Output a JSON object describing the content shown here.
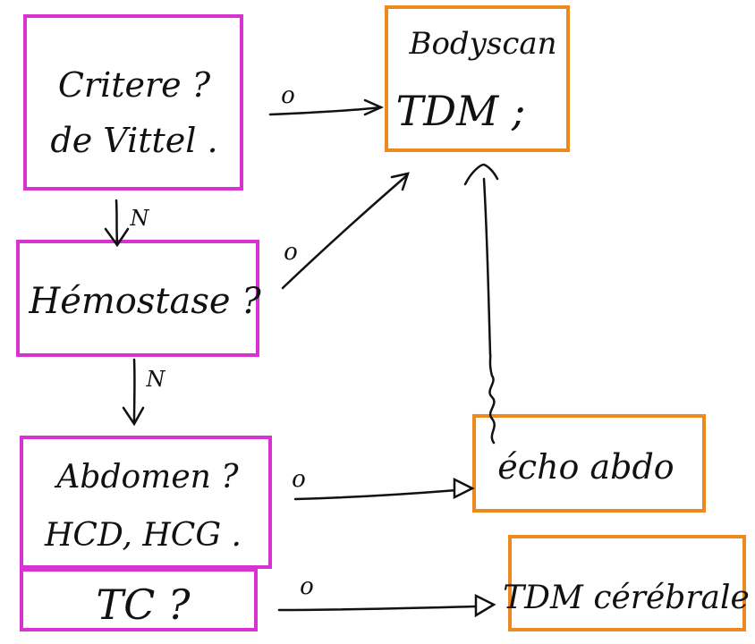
{
  "colors": {
    "question_box": "#d633d0",
    "exam_box": "#ec8a1f",
    "ink": "#111111"
  },
  "nodes": {
    "criteria": {
      "line1": "Critere ?",
      "line2": "de Vittel ."
    },
    "hemostase": {
      "label": "Hémostase ?"
    },
    "abdomen": {
      "line1": "Abdomen ?",
      "line2": "HCD, HCG ."
    },
    "tc": {
      "label": "TC ?"
    },
    "bodyscan": {
      "line1": "Bodyscan",
      "line2": "TDM ;"
    },
    "echo": {
      "label": "écho abdo"
    },
    "tdm_cerebrale": {
      "label": "TDM cérébrale"
    }
  },
  "edge_labels": {
    "criteria_to_bodyscan": "o",
    "criteria_to_hemostase": "N",
    "hemostase_to_bodyscan": "o",
    "hemostase_to_abdomen": "N",
    "abdomen_to_echo": "o",
    "tc_to_tdm": "o"
  }
}
